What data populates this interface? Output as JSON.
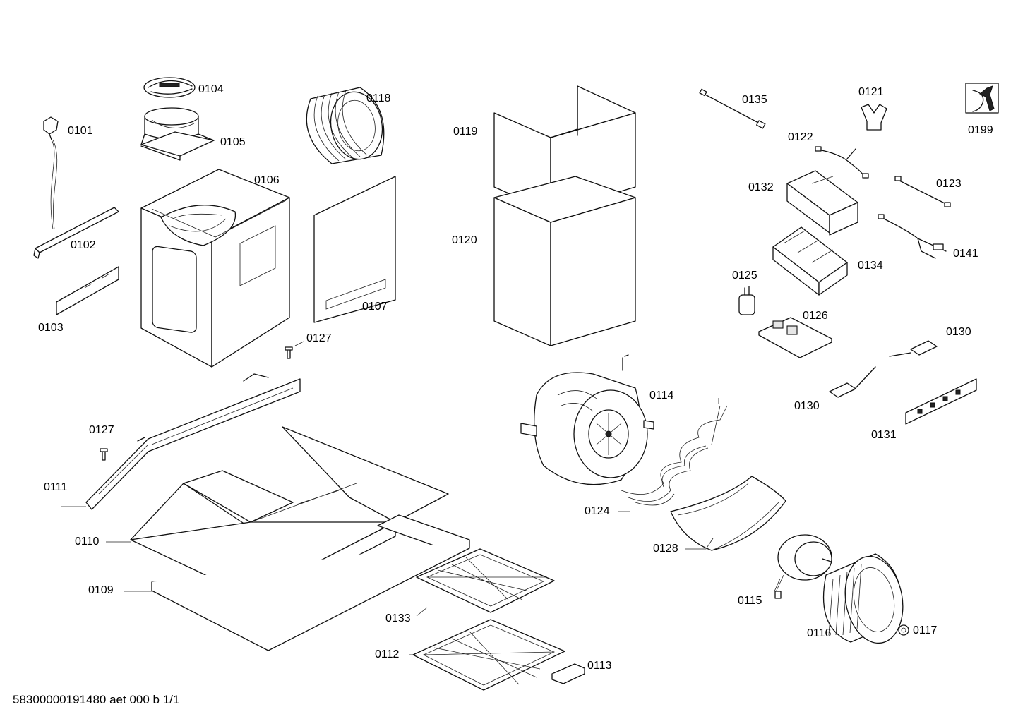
{
  "labels": {
    "p0101": "0101",
    "p0102": "0102",
    "p0103": "0103",
    "p0104": "0104",
    "p0105": "0105",
    "p0106": "0106",
    "p0107": "0107",
    "p0109": "0109",
    "p0110": "0110",
    "p0111": "0111",
    "p0112": "0112",
    "p0113": "0113",
    "p0114": "0114",
    "p0115": "0115",
    "p0116": "0116",
    "p0117": "0117",
    "p0118": "0118",
    "p0119": "0119",
    "p0120": "0120",
    "p0121": "0121",
    "p0122": "0122",
    "p0123": "0123",
    "p0124": "0124",
    "p0125": "0125",
    "p0126": "0126",
    "p0127a": "0127",
    "p0127b": "0127",
    "p0128": "0128",
    "p0130a": "0130",
    "p0130b": "0130",
    "p0131": "0131",
    "p0132": "0132",
    "p0133": "0133",
    "p0134": "0134",
    "p0135": "0135",
    "p0141": "0141",
    "p0199": "0199"
  },
  "footer": "58300000191480 aet 000 b 1/1",
  "icons": {
    "service": "wrench-icon"
  }
}
